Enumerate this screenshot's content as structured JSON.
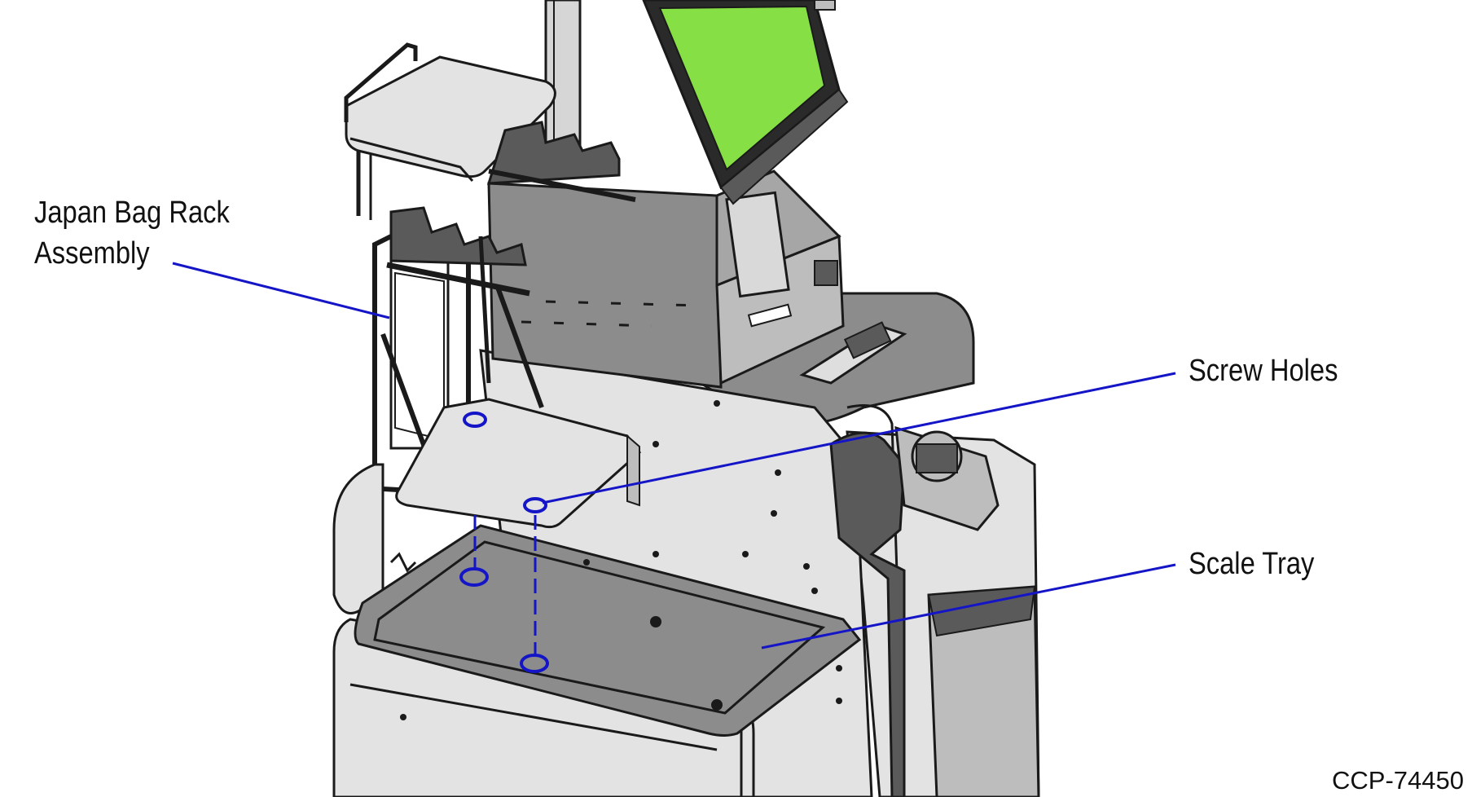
{
  "callouts": {
    "bag_rack_line1": "Japan Bag Rack",
    "bag_rack_line2": "Assembly",
    "screw_holes": "Screw Holes",
    "scale_tray": "Scale Tray"
  },
  "figure_id": "CCP-74450",
  "colors": {
    "leader": "#1515c8",
    "outline": "#1a1a1a",
    "panel_light": "#e3e3e3",
    "panel_mid": "#bdbdbd",
    "panel_dark": "#8c8c8c",
    "trim_dark": "#5a5a5a",
    "screen": "#86df44"
  }
}
